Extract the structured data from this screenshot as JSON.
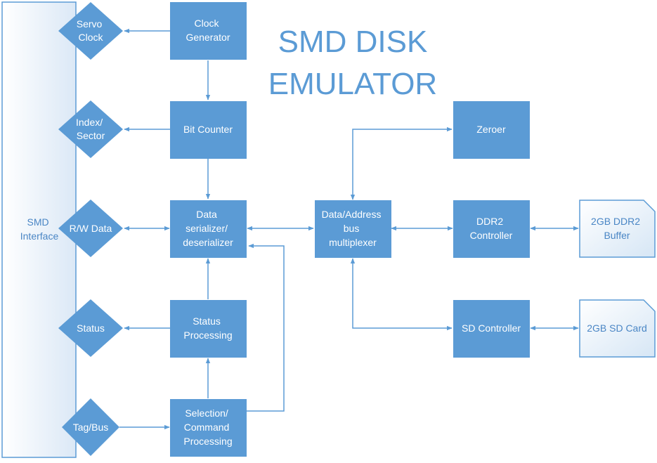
{
  "title": {
    "line1": "SMD DISK",
    "line2": "EMULATOR"
  },
  "colors": {
    "block": "#5b9bd5",
    "connector": "#5b9bd5",
    "memory_fill": "#dceaf7",
    "text_on_block": "#ffffff",
    "title": "#5b9bd5"
  },
  "interface": {
    "lines": [
      "SMD",
      "Interface"
    ]
  },
  "signals": {
    "servo_clock": {
      "lines": [
        "Servo",
        "Clock"
      ]
    },
    "index_sector": {
      "lines": [
        "Index/",
        "Sector"
      ]
    },
    "rw_data": {
      "lines": [
        "R/W Data"
      ]
    },
    "status": {
      "lines": [
        "Status"
      ]
    },
    "tag_bus": {
      "lines": [
        "Tag/Bus"
      ]
    }
  },
  "blocks": {
    "clock_generator": {
      "lines": [
        "Clock",
        "Generator"
      ]
    },
    "bit_counter": {
      "lines": [
        "Bit Counter"
      ]
    },
    "data_serializer": {
      "lines": [
        "Data",
        "serializer/",
        "deserializer"
      ]
    },
    "status_processing": {
      "lines": [
        "Status",
        "Processing"
      ]
    },
    "selection_command": {
      "lines": [
        "Selection/",
        "Command",
        "Processing"
      ]
    },
    "bus_multiplexer": {
      "lines": [
        "Data/Address",
        "bus",
        "multiplexer"
      ]
    },
    "zeroer": {
      "lines": [
        "Zeroer"
      ]
    },
    "ddr2_controller": {
      "lines": [
        "DDR2",
        "Controller"
      ]
    },
    "sd_controller": {
      "lines": [
        "SD Controller"
      ]
    }
  },
  "storage": {
    "ddr2_buffer": {
      "lines": [
        "2GB DDR2",
        "Buffer"
      ]
    },
    "sd_card": {
      "lines": [
        "2GB SD Card"
      ]
    }
  }
}
